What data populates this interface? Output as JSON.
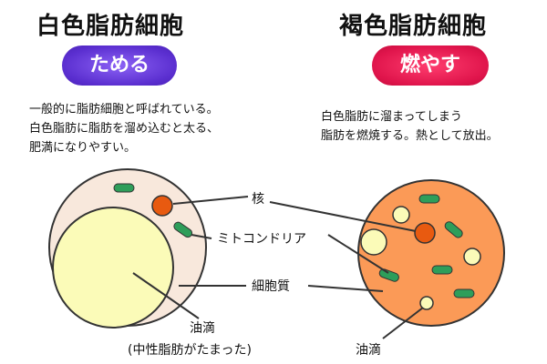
{
  "white_fat": {
    "title": "白色脂肪細胞",
    "role": "ためる",
    "description": [
      "一般的に脂肪細胞と呼ばれている。",
      "白色脂肪に脂肪を溜め込むと太る、",
      "肥満になりやすい。"
    ],
    "pill_color": "#6a3fd8",
    "cell_color": "#f8e8dc",
    "droplet_color": "#fbfbb8"
  },
  "brown_fat": {
    "title": "褐色脂肪細胞",
    "role": "燃やす",
    "description": [
      "白色脂肪に溜まってしまう",
      "脂肪を燃焼する。熱として放出。"
    ],
    "pill_color": "#e01a4f",
    "cell_color": "#fb9a57",
    "droplet_color": "#fbfbb8"
  },
  "labels": {
    "nucleus": "核",
    "mitochondria": "ミトコンドリア",
    "cytoplasm": "細胞質",
    "oil_droplet": "油滴",
    "oil_droplet_note": "(中性脂肪がたまった)",
    "oil_droplet_right": "油滴"
  },
  "colors": {
    "nucleus": "#e85a10",
    "mitochondria": "#2e9e5a",
    "outline": "#333333"
  }
}
